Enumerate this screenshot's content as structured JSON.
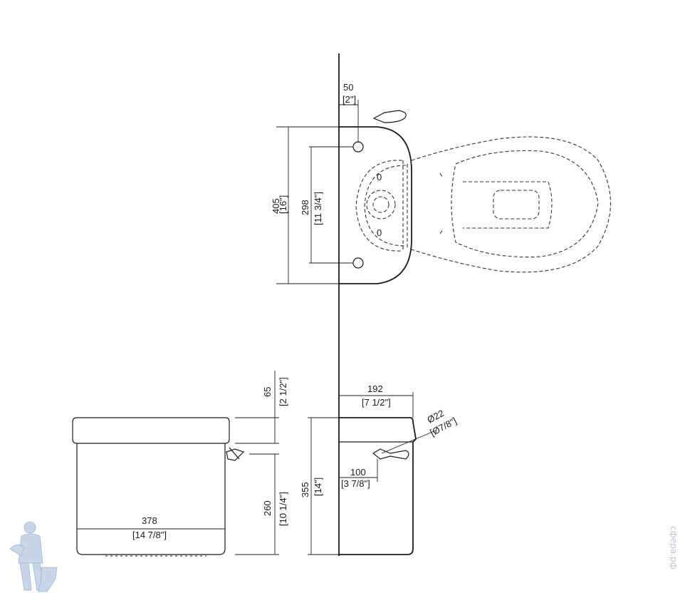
{
  "dimensions": {
    "wall_offset": {
      "mm": "50",
      "inch": "[2\"]"
    },
    "bracket_height": {
      "mm": "405",
      "inch": "[16\"]"
    },
    "hole_spacing": {
      "mm": "298",
      "inch": "[11 3/4\"]"
    },
    "lid_height": {
      "mm": "65",
      "inch": "[2 1/2\"]"
    },
    "tank_depth": {
      "mm": "192",
      "inch": "[7 1/2\"]"
    },
    "valve_diameter": {
      "mm": "Ø22",
      "inch": "[Ø7/8\"]"
    },
    "valve_offset": {
      "mm": "100",
      "inch": "[3 7/8\"]"
    },
    "inlet_height": {
      "mm": "260",
      "inch": "[10 1/4\"]"
    },
    "tank_height": {
      "mm": "355",
      "inch": "[14\"]"
    },
    "tank_width": {
      "mm": "378",
      "inch": "[14 7/8\"]"
    }
  },
  "hole_marks": [
    "0",
    "0"
  ],
  "watermark": "сфера.рф",
  "colors": {
    "line": "#1a1a1a",
    "watermark": "#b9c4d6"
  }
}
